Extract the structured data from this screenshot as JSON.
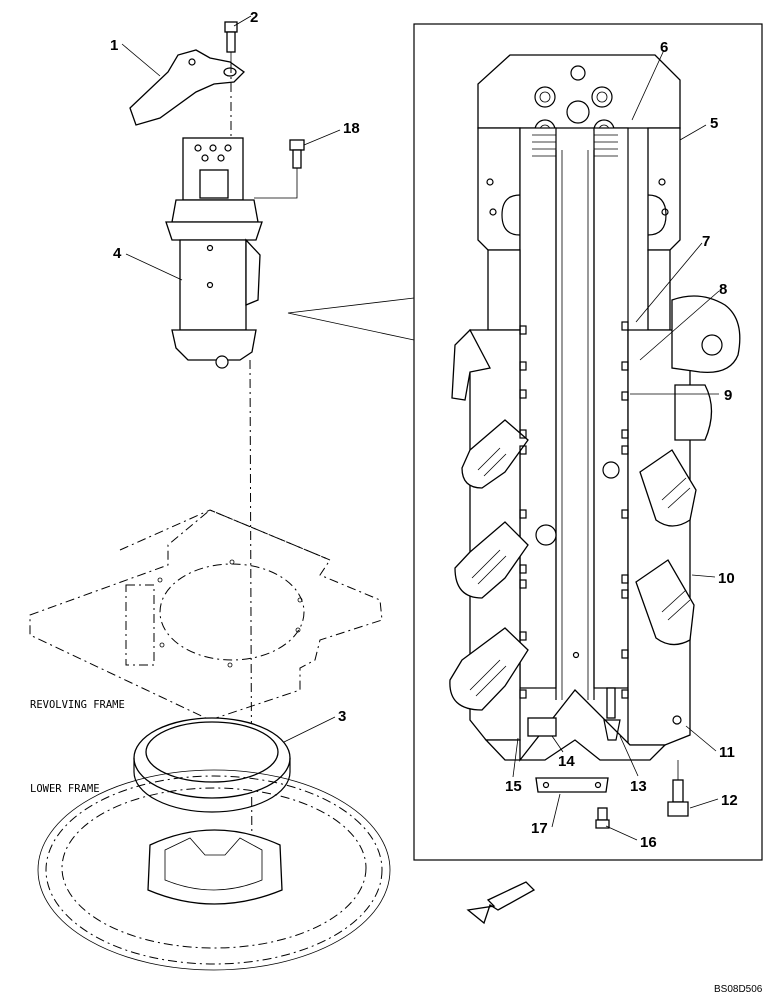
{
  "callouts": [
    {
      "id": "1",
      "text": "1"
    },
    {
      "id": "2",
      "text": "2"
    },
    {
      "id": "3",
      "text": "3"
    },
    {
      "id": "4",
      "text": "4"
    },
    {
      "id": "5",
      "text": "5"
    },
    {
      "id": "6",
      "text": "6"
    },
    {
      "id": "7",
      "text": "7"
    },
    {
      "id": "8",
      "text": "8"
    },
    {
      "id": "9",
      "text": "9"
    },
    {
      "id": "10",
      "text": "10"
    },
    {
      "id": "11",
      "text": "11"
    },
    {
      "id": "12",
      "text": "12"
    },
    {
      "id": "13",
      "text": "13"
    },
    {
      "id": "14",
      "text": "14"
    },
    {
      "id": "15",
      "text": "15"
    },
    {
      "id": "16",
      "text": "16"
    },
    {
      "id": "17",
      "text": "17"
    },
    {
      "id": "18",
      "text": "18"
    }
  ],
  "labels": {
    "revolving_frame": "REVOLVING FRAME",
    "lower_frame": "LOWER FRAME"
  },
  "drawing_code": "BS08D506"
}
